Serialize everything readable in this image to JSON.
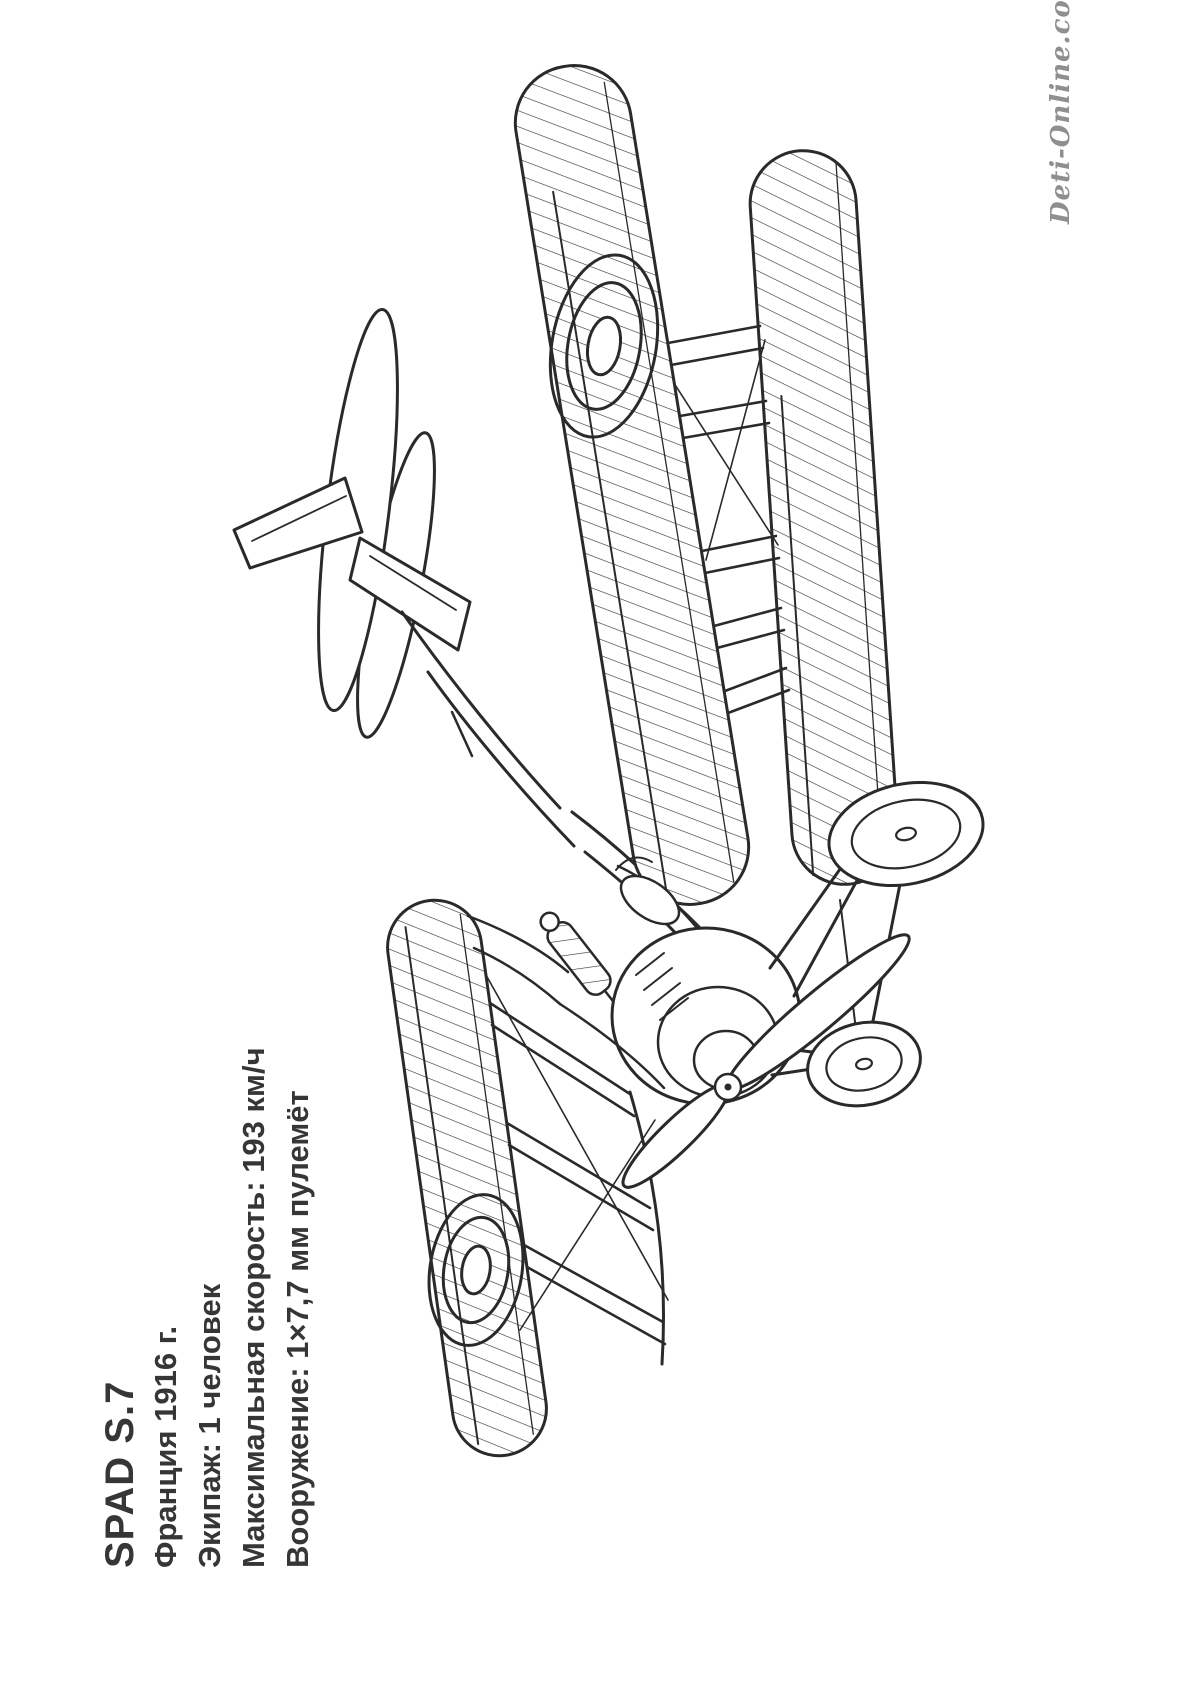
{
  "colors": {
    "ink": "#2a2a2a",
    "caption_text": "#363636",
    "watermark_text": "#8f8f8f",
    "background": "#ffffff"
  },
  "watermark": {
    "text": "Deti-Online.com"
  },
  "caption": {
    "title": "SPAD S.7",
    "lines": [
      "Франция 1916 г.",
      "Экипаж: 1 человек",
      "Максимальная скорость: 193 км/ч",
      "Вооружение: 1×7,7 мм пулемёт"
    ]
  },
  "illustration": {
    "subject": "SPAD S.7 biplane — black-and-white coloring page line art",
    "parts": [
      "upper wing with roundel",
      "far wing panel",
      "interplane struts",
      "bracing wires",
      "tail fin, rudder and tailplane",
      "fuselage with cockpit and machine gun",
      "engine cowling with louvers",
      "two-blade propeller with spinner hub",
      "landing gear with two wheels",
      "port wing with roundel"
    ]
  }
}
